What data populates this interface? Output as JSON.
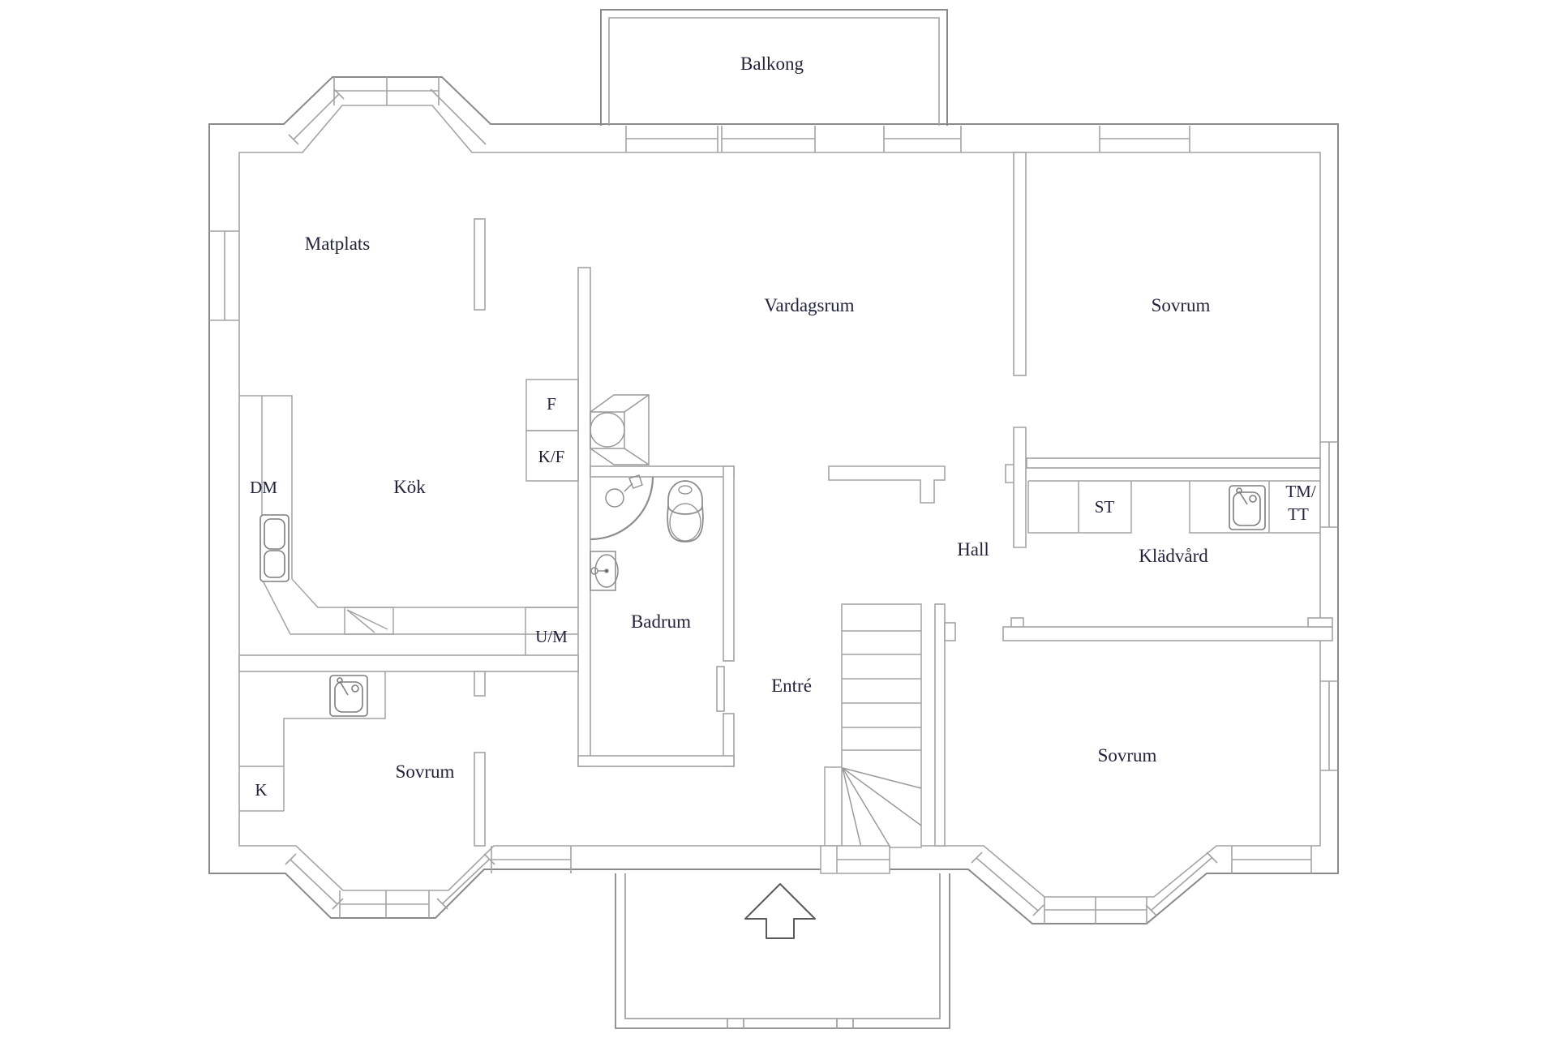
{
  "title": "Floor plan",
  "colors": {
    "wall": "#a3a3a3",
    "wall_dark": "#8a8a8a",
    "fixture": "#9a9a9a",
    "text": "#23233b",
    "background": "#ffffff"
  },
  "labels": {
    "balcony": "Balkong",
    "dining": "Matplats",
    "living": "Vardagsrum",
    "bedroom_ne": "Sovrum",
    "kitchen": "Kök",
    "dishwasher": "DM",
    "fridge": "F",
    "fridge_freezer": "K/F",
    "hall": "Hall",
    "closet": "ST",
    "washer_line1": "TM/",
    "washer_line2": "TT",
    "laundry": "Klädvård",
    "washing_machine_cabinet": "U/M",
    "bathroom": "Badrum",
    "entrance": "Entré",
    "bedroom_sw": "Sovrum",
    "cabinet_k": "K",
    "bedroom_se": "Sovrum"
  },
  "fixtures": {
    "kitchen_sink": "double-sink-icon",
    "bedroom_sink": "sink-icon",
    "laundry_sink": "sink-icon",
    "stove": "cooktop-icon",
    "fireplace": "fireplace-icon",
    "shower": "corner-shower-icon",
    "toilet": "toilet-icon",
    "washbasin": "washbasin-icon",
    "stairs": "staircase-with-winders",
    "entry_arrow": "up-arrow-entrance"
  }
}
